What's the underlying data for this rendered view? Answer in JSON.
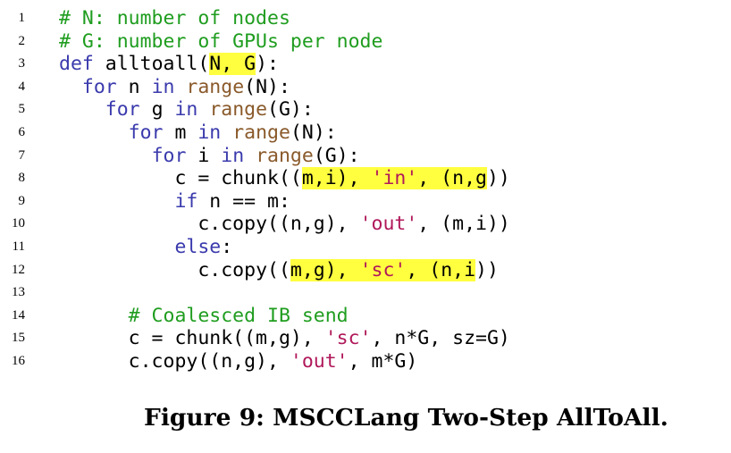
{
  "code": {
    "lines": [
      {
        "n": "1",
        "indent": "",
        "tokens": [
          {
            "t": "# N: number of nodes",
            "c": "cm"
          }
        ]
      },
      {
        "n": "2",
        "indent": "",
        "tokens": [
          {
            "t": "# G: number of GPUs per node",
            "c": "cm"
          }
        ]
      },
      {
        "n": "3",
        "indent": "",
        "tokens": [
          {
            "t": "def",
            "c": "kw"
          },
          {
            "t": " alltoall("
          },
          {
            "t": "N, G",
            "c": "hl"
          },
          {
            "t": "):"
          }
        ]
      },
      {
        "n": "4",
        "indent": "  ",
        "tokens": [
          {
            "t": "for",
            "c": "kw"
          },
          {
            "t": " n "
          },
          {
            "t": "in",
            "c": "kw"
          },
          {
            "t": " "
          },
          {
            "t": "range",
            "c": "bi"
          },
          {
            "t": "(N):"
          }
        ]
      },
      {
        "n": "5",
        "indent": "    ",
        "tokens": [
          {
            "t": "for",
            "c": "kw"
          },
          {
            "t": " g "
          },
          {
            "t": "in",
            "c": "kw"
          },
          {
            "t": " "
          },
          {
            "t": "range",
            "c": "bi"
          },
          {
            "t": "(G):"
          }
        ]
      },
      {
        "n": "6",
        "indent": "      ",
        "tokens": [
          {
            "t": "for",
            "c": "kw"
          },
          {
            "t": " m "
          },
          {
            "t": "in",
            "c": "kw"
          },
          {
            "t": " "
          },
          {
            "t": "range",
            "c": "bi"
          },
          {
            "t": "(N):"
          }
        ]
      },
      {
        "n": "7",
        "indent": "        ",
        "tokens": [
          {
            "t": "for",
            "c": "kw"
          },
          {
            "t": " i "
          },
          {
            "t": "in",
            "c": "kw"
          },
          {
            "t": " "
          },
          {
            "t": "range",
            "c": "bi"
          },
          {
            "t": "(G):"
          }
        ]
      },
      {
        "n": "8",
        "indent": "          ",
        "tokens": [
          {
            "t": "c = chunk(("
          },
          {
            "t": "m,i), ",
            "c": "hl"
          },
          {
            "t": "'in'",
            "c": "hl str"
          },
          {
            "t": ", (n,g",
            "c": "hl"
          },
          {
            "t": "))"
          }
        ]
      },
      {
        "n": "9",
        "indent": "          ",
        "tokens": [
          {
            "t": "if",
            "c": "kw"
          },
          {
            "t": " n == m:"
          }
        ]
      },
      {
        "n": "10",
        "indent": "            ",
        "tokens": [
          {
            "t": "c.copy((n,g), "
          },
          {
            "t": "'out'",
            "c": "str"
          },
          {
            "t": ", (m,i))"
          }
        ]
      },
      {
        "n": "11",
        "indent": "          ",
        "tokens": [
          {
            "t": "else",
            "c": "kw"
          },
          {
            "t": ":"
          }
        ]
      },
      {
        "n": "12",
        "indent": "            ",
        "tokens": [
          {
            "t": "c.copy(("
          },
          {
            "t": "m,g), ",
            "c": "hl"
          },
          {
            "t": "'sc'",
            "c": "hl str"
          },
          {
            "t": ", (n,i",
            "c": "hl"
          },
          {
            "t": "))"
          }
        ]
      },
      {
        "n": "13",
        "indent": "",
        "tokens": []
      },
      {
        "n": "14",
        "indent": "      ",
        "tokens": [
          {
            "t": "# Coalesced IB send",
            "c": "cm"
          }
        ]
      },
      {
        "n": "15",
        "indent": "      ",
        "tokens": [
          {
            "t": "c = chunk((m,g), "
          },
          {
            "t": "'sc'",
            "c": "str"
          },
          {
            "t": ", n*G, sz=G)"
          }
        ]
      },
      {
        "n": "16",
        "indent": "      ",
        "tokens": [
          {
            "t": "c.copy((n,g), "
          },
          {
            "t": "'out'",
            "c": "str"
          },
          {
            "t": ", m*G)"
          }
        ]
      }
    ]
  },
  "caption": {
    "text": "Figure 9: MSCCLang Two-Step AllToAll."
  }
}
